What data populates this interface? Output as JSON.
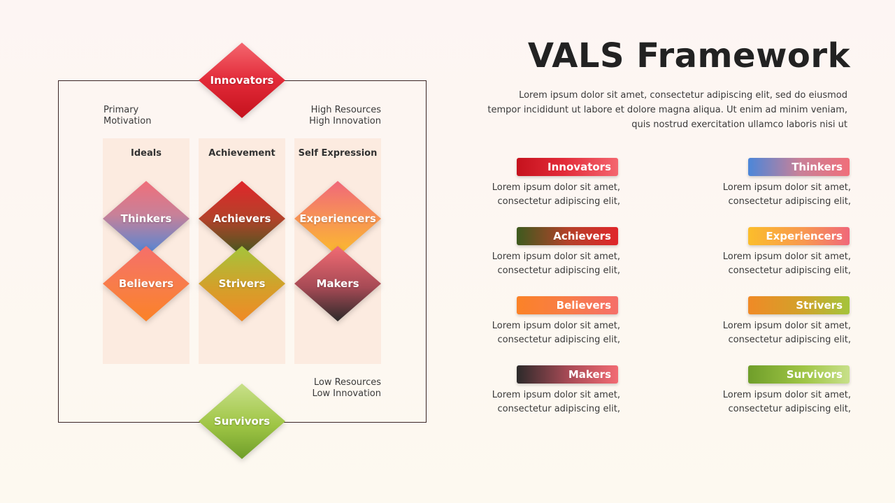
{
  "title": "VALS Framework",
  "intro_lines": [
    "Lorem ipsum dolor sit amet, consectetur adipiscing elit, sed do eiusmod",
    "tempor incididunt ut labore et dolore magna aliqua. Ut enim ad minim veniam,",
    "quis nostrud exercitation ullamco laboris nisi ut"
  ],
  "diagram": {
    "top_left": [
      "Primary",
      "Motivation"
    ],
    "top_right": [
      "High Resources",
      "High Innovation"
    ],
    "bottom_right": [
      "Low Resources",
      "Low Innovation"
    ],
    "columns": [
      "Ideals",
      "Achievement",
      "Self Expression"
    ],
    "top_node": "Innovators",
    "bottom_node": "Survivors",
    "grid_nodes": [
      "Thinkers",
      "Achievers",
      "Experiencers",
      "Believers",
      "Strivers",
      "Makers"
    ]
  },
  "legend": [
    {
      "label": "Innovators",
      "lines": [
        "Lorem ipsum dolor sit amet,",
        "consectetur adipiscing elit,"
      ]
    },
    {
      "label": "Thinkers",
      "lines": [
        "Lorem ipsum dolor sit amet,",
        "consectetur adipiscing elit,"
      ]
    },
    {
      "label": "Achievers",
      "lines": [
        "Lorem ipsum dolor sit amet,",
        "consectetur adipiscing elit,"
      ]
    },
    {
      "label": "Experiencers",
      "lines": [
        "Lorem ipsum dolor sit amet,",
        "consectetur adipiscing elit,"
      ]
    },
    {
      "label": "Believers",
      "lines": [
        "Lorem ipsum dolor sit amet,",
        "consectetur adipiscing elit,"
      ]
    },
    {
      "label": "Strivers",
      "lines": [
        "Lorem ipsum dolor sit amet,",
        "consectetur adipiscing elit,"
      ]
    },
    {
      "label": "Makers",
      "lines": [
        "Lorem ipsum dolor sit amet,",
        "consectetur adipiscing elit,"
      ]
    },
    {
      "label": "Survivors",
      "lines": [
        "Lorem ipsum dolor sit amet,",
        "consectetur adipiscing elit,"
      ]
    }
  ]
}
